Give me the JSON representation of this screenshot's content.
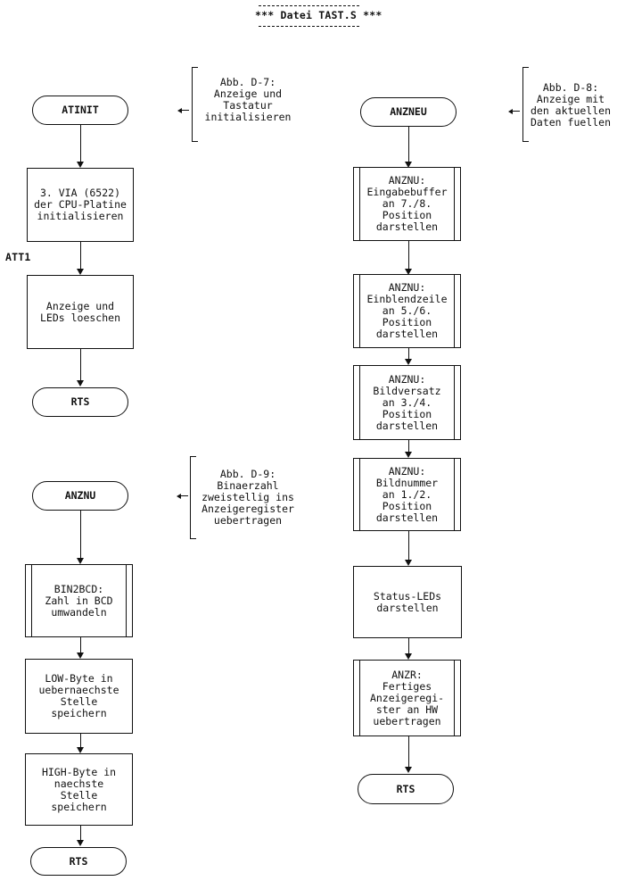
{
  "title": "*** Datei TAST.S ***",
  "col1a": {
    "start": "ATINIT",
    "note": "Abb. D-7:\nAnzeige und\nTastatur\ninitialisieren",
    "step1": "3. VIA (6522)\nder CPU-Platine\ninitialisieren",
    "label": "ATT1",
    "step2": "Anzeige und\nLEDs loeschen",
    "end": "RTS"
  },
  "col1b": {
    "start": "ANZNU",
    "note": "Abb. D-9:\nBinaerzahl\nzweistellig ins\nAnzeigeregister\nuebertragen",
    "step1": "BIN2BCD:\nZahl in BCD\numwandeln",
    "step2": "LOW-Byte in\nuebernaechste\nStelle\nspeichern",
    "step3": "HIGH-Byte in\nnaechste\nStelle\nspeichern",
    "end": "RTS"
  },
  "col2": {
    "start": "ANZNEU",
    "note": "Abb. D-8:\nAnzeige mit\nden aktuellen\nDaten fuellen",
    "step1": "ANZNU:\nEingabebuffer\nan 7./8.\nPosition\ndarstellen",
    "step2": "ANZNU:\nEinblendzeile\nan 5./6.\nPosition\ndarstellen",
    "step3": "ANZNU:\nBildversatz\nan 3./4.\nPosition\ndarstellen",
    "step4": "ANZNU:\nBildnummer\nan 1./2.\nPosition\ndarstellen",
    "step5": "Status-LEDs\ndarstellen",
    "step6": "ANZR:\nFertiges\nAnzeigeregi-\nster an HW\nuebertragen",
    "end": "RTS"
  }
}
